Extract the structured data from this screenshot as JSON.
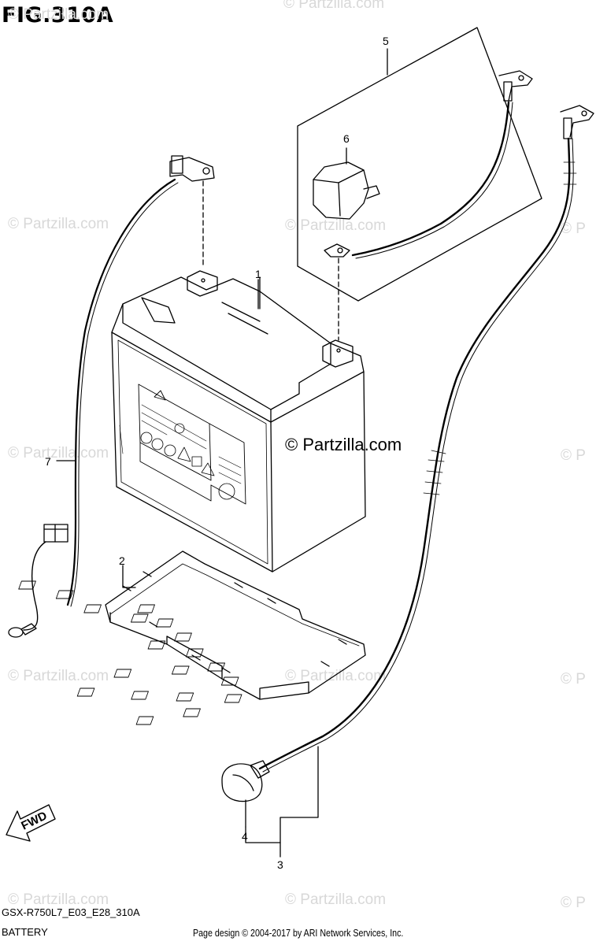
{
  "figure": {
    "title": "FIG.310A"
  },
  "watermarks": {
    "text": "© Partzilla.com",
    "edge_text": "© P",
    "center_text": "© Partzilla.com"
  },
  "callouts": {
    "c1": "1",
    "c2": "2",
    "c3": "3",
    "c4": "4",
    "c5": "5",
    "c6": "6",
    "c7": "7"
  },
  "fwd_label": "FWD",
  "footer": {
    "model_code": "GSX-R750L7_E03_E28_310A",
    "section_name": "BATTERY",
    "copyright": "Page design © 2004-2017 by ARI Network Services, Inc."
  },
  "colors": {
    "line": "#000000",
    "watermark": "#d8d8d8",
    "background": "#ffffff"
  }
}
